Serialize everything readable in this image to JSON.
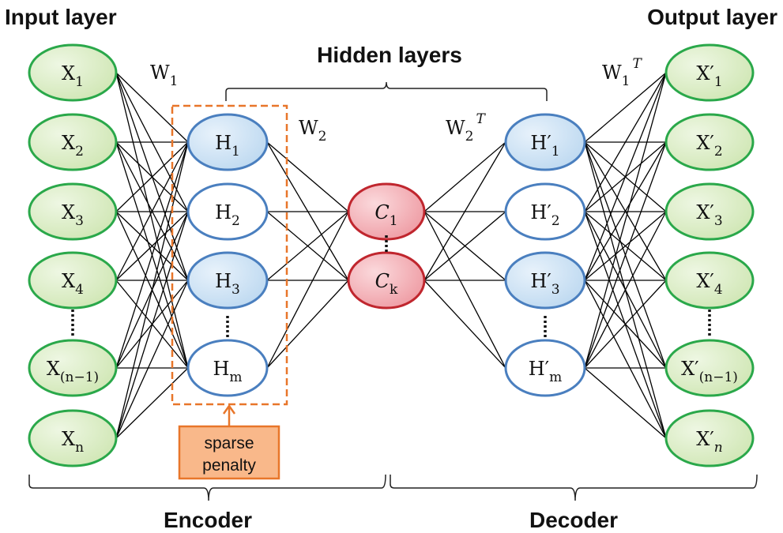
{
  "titles": {
    "input_layer": "Input layer",
    "output_layer": "Output layer",
    "hidden_layers": "Hidden layers",
    "encoder": "Encoder",
    "decoder": "Decoder"
  },
  "weights": {
    "w1": {
      "base": "W",
      "sub": "1",
      "sup": ""
    },
    "w2": {
      "base": "W",
      "sub": "2",
      "sup": ""
    },
    "w2t": {
      "base": "W",
      "sub": "2",
      "sup": "T"
    },
    "w1t": {
      "base": "W",
      "sub": "1",
      "sup": "T"
    }
  },
  "penalty": {
    "line1": "sparse",
    "line2": "penalty"
  },
  "colors": {
    "input_fill": "#d7ebbf",
    "input_stroke": "#2aa84a",
    "hidden_fill": "#cfe3f5",
    "hidden_stroke": "#4a7fbf",
    "code_fill": "#f2aab0",
    "code_stroke": "#c0262e",
    "penalty_fill": "#f9b88a",
    "penalty_stroke": "#e8762a"
  },
  "layers": {
    "input": [
      {
        "base": "X",
        "sub": "1",
        "italic_sub": false
      },
      {
        "base": "X",
        "sub": "2",
        "italic_sub": false
      },
      {
        "base": "X",
        "sub": "3",
        "italic_sub": false
      },
      {
        "base": "X",
        "sub": "4",
        "italic_sub": false
      },
      {
        "base": "X",
        "sub": "(n−1)",
        "italic_sub": false
      },
      {
        "base": "X",
        "sub": "n",
        "italic_sub": false
      }
    ],
    "hidden_encoder": [
      {
        "base": "H",
        "sub": "1",
        "filled": true
      },
      {
        "base": "H",
        "sub": "2",
        "filled": false
      },
      {
        "base": "H",
        "sub": "3",
        "filled": true
      },
      {
        "base": "H",
        "sub": "m",
        "filled": false
      }
    ],
    "code": [
      {
        "base": "C",
        "sub": "1"
      },
      {
        "base": "C",
        "sub": "k"
      }
    ],
    "hidden_decoder": [
      {
        "base": "H′",
        "sub": "1",
        "filled": true
      },
      {
        "base": "H′",
        "sub": "2",
        "filled": false
      },
      {
        "base": "H′",
        "sub": "3",
        "filled": true
      },
      {
        "base": "H′",
        "sub": "m",
        "filled": false
      }
    ],
    "output": [
      {
        "base": "X′",
        "sub": "1",
        "italic_sub": false
      },
      {
        "base": "X′",
        "sub": "2",
        "italic_sub": false
      },
      {
        "base": "X′",
        "sub": "3",
        "italic_sub": false
      },
      {
        "base": "X′",
        "sub": "4",
        "italic_sub": false
      },
      {
        "base": "X′",
        "sub": "(n−1)",
        "italic_sub": false
      },
      {
        "base": "X′",
        "sub": "n",
        "italic_sub": true
      }
    ]
  },
  "ellipsis": "⋮"
}
